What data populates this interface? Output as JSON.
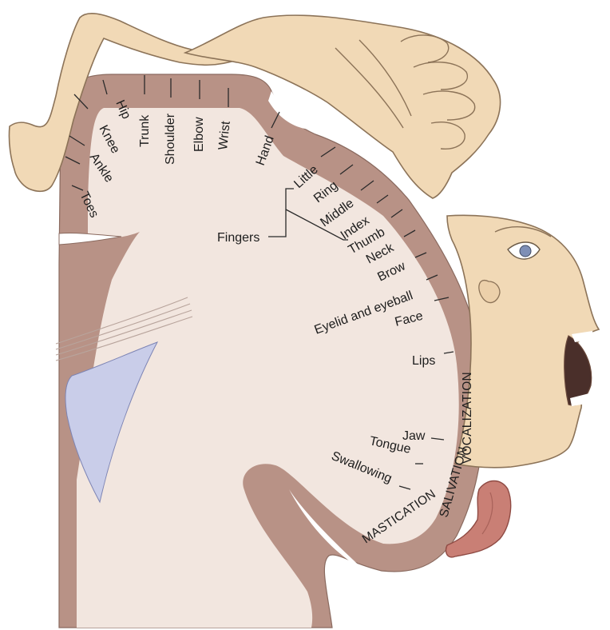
{
  "colors": {
    "cortex_outer": "#b89286",
    "cortex_border": "#8a6a5f",
    "white_matter": "#f2e6df",
    "skin": "#f1d9b6",
    "skin_line": "#8c7358",
    "ventricle": "#c9cde9",
    "tongue": "#c97f75",
    "label": "#1d1d1d"
  },
  "labels": {
    "toes": "Toes",
    "ankle": "Ankle",
    "knee": "Knee",
    "hip": "Hip",
    "trunk": "Trunk",
    "shoulder": "Shoulder",
    "elbow": "Elbow",
    "wrist": "Wrist",
    "hand": "Hand",
    "little": "Little",
    "ring": "Ring",
    "middle": "Middle",
    "index": "Index",
    "thumb": "Thumb",
    "fingers": "Fingers",
    "neck": "Neck",
    "brow": "Brow",
    "eyelid": "Eyelid and eyeball",
    "face": "Face",
    "lips": "Lips",
    "vocalization": "VOCALIZATION",
    "jaw": "Jaw",
    "tongue": "Tongue",
    "swallowing": "Swallowing",
    "salivation": "SALIVATION",
    "mastication": "MASTICATION"
  }
}
